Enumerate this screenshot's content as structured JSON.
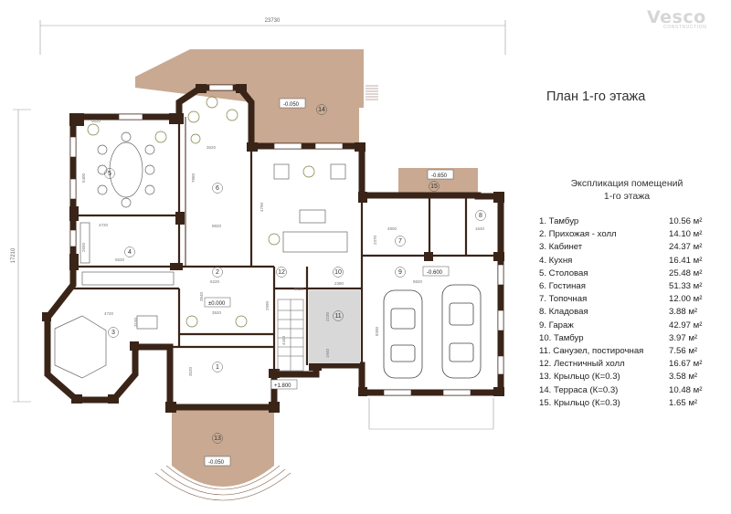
{
  "logo": {
    "name": "Vesco",
    "sub": "CONSTRUCTION"
  },
  "plan_title": "План 1-го этажа",
  "explication_title_line1": "Экспликация помещений",
  "explication_title_line2": "1-го этажа",
  "rooms": [
    {
      "name": "1. Тамбур",
      "area": "10.56 м²"
    },
    {
      "name": "2. Прихожая - холл",
      "area": "14.10 м²"
    },
    {
      "name": "3. Кабинет",
      "area": "24.37 м²"
    },
    {
      "name": "4. Кухня",
      "area": "16.41 м²"
    },
    {
      "name": "5. Столовая",
      "area": "25.48 м²"
    },
    {
      "name": "6. Гостиная",
      "area": "51.33 м²"
    },
    {
      "name": "7. Топочная",
      "area": "12.00 м²"
    },
    {
      "name": "8. Кладовая",
      "area": "3.88 м²"
    },
    {
      "name": "9. Гараж",
      "area": "42.97 м²"
    },
    {
      "name": "10. Тамбур",
      "area": "3.97 м²"
    },
    {
      "name": "11. Санузел, постирочная",
      "area": "7.56 м²"
    },
    {
      "name": "12. Лестничный холл",
      "area": "16.67 м²"
    },
    {
      "name": "13. Крыльцо  (К=0.3)",
      "area": "3.58 м²"
    },
    {
      "name": "14. Терраса (К=0.3)",
      "area": "10.48 м²"
    },
    {
      "name": "15. Крыльцо  (К=0.3)",
      "area": "1.65 м²"
    }
  ],
  "dims": {
    "overall_width": "23730",
    "overall_height": "17210"
  },
  "room_numbers": [
    "1",
    "2",
    "3",
    "4",
    "5",
    "6",
    "7",
    "8",
    "9",
    "10",
    "11",
    "12",
    "13",
    "14",
    "15"
  ],
  "levels": {
    "terrace": "-0.050",
    "porch_right": "-0.650",
    "garage": "-0.600",
    "hall": "±0.000",
    "stair": "+1.800",
    "porch_front": "-0.050"
  },
  "inner_dims": [
    "23730",
    "17210",
    "3520",
    "7860",
    "4720",
    "5400",
    "4720",
    "5620",
    "2650",
    "8820",
    "4790",
    "8820",
    "6220",
    "3840",
    "3520",
    "4720",
    "3150",
    "2990",
    "4440",
    "2230",
    "1940",
    "2380",
    "4800",
    "1640",
    "2370",
    "5620",
    "8300",
    "3520",
    "3800",
    "8820"
  ]
}
